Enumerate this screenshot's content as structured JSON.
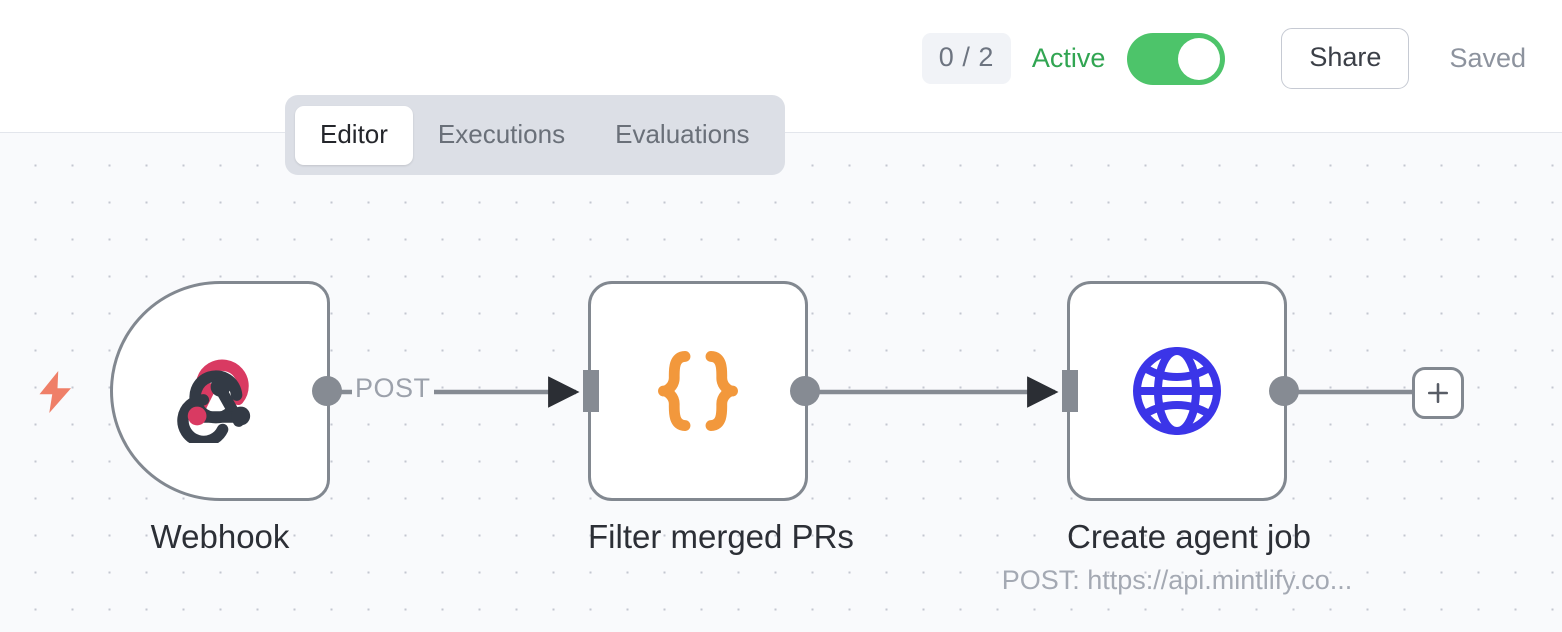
{
  "header": {
    "run_counter": "0 / 2",
    "active_label": "Active",
    "toggle_state": "on",
    "share_label": "Share",
    "saved_label": "Saved",
    "toggle_on_color": "#4dc46a",
    "active_text_color": "#31a552"
  },
  "tabs": [
    {
      "label": "Editor",
      "active": true
    },
    {
      "label": "Executions",
      "active": false
    },
    {
      "label": "Evaluations",
      "active": false
    }
  ],
  "canvas": {
    "background_color": "#f9fafc",
    "dot_color": "#c3c7d0",
    "trigger_bolt_color": "#ef7f68"
  },
  "nodes": [
    {
      "id": "webhook",
      "label": "Webhook",
      "sublabel": "",
      "icon": "webhook-icon",
      "icon_colors": {
        "accent": "#d93a62",
        "dark": "#333a45"
      },
      "shape": "trigger"
    },
    {
      "id": "filter",
      "label": "Filter merged PRs",
      "sublabel": "",
      "icon": "curly-braces-icon",
      "icon_colors": {
        "accent": "#f2983c"
      },
      "shape": "box"
    },
    {
      "id": "http",
      "label": "Create agent job",
      "sublabel": "POST: https://api.mintlify.co...",
      "icon": "globe-icon",
      "icon_colors": {
        "accent": "#3b35e8"
      },
      "shape": "box"
    }
  ],
  "edges": [
    {
      "from": "webhook",
      "to": "filter",
      "label": "POST"
    },
    {
      "from": "filter",
      "to": "http",
      "label": ""
    }
  ],
  "add_node_button": {
    "icon": "plus-icon",
    "label": ""
  }
}
